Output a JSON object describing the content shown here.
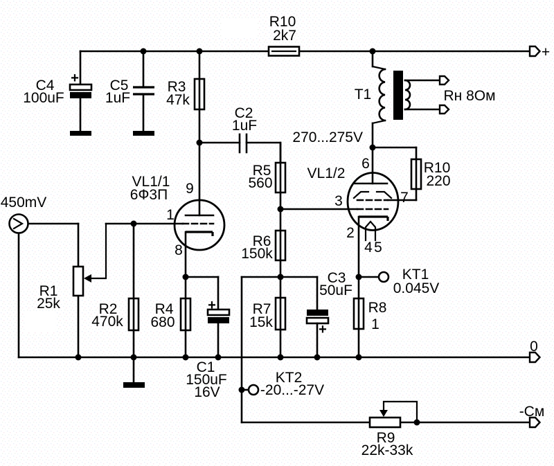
{
  "image_type": "circuit-schematic",
  "schematic": {
    "input": {
      "level": "450mV"
    },
    "tubes": {
      "vl11": {
        "name": "VL1/1",
        "type": "6Ф3П",
        "pin_anode": "9",
        "pin_grid": "1",
        "pin_cathode": "8"
      },
      "vl12": {
        "name": "VL1/2",
        "pin_anode": "6",
        "pin_screen": "7",
        "pin_grid": "3",
        "pin_cathode": "2",
        "pin_heater_left": "4",
        "pin_heater_right": "5"
      }
    },
    "transformer": {
      "name": "T1",
      "load": "Rн 8Ом"
    },
    "resistors": {
      "r1": {
        "name": "R1",
        "value": "25k"
      },
      "r2": {
        "name": "R2",
        "value": "470k"
      },
      "r3": {
        "name": "R3",
        "value": "47k"
      },
      "r4": {
        "name": "R4",
        "value": "680"
      },
      "r5": {
        "name": "R5",
        "value": "560"
      },
      "r6": {
        "name": "R6",
        "value": "150k"
      },
      "r7": {
        "name": "R7",
        "value": "15k"
      },
      "r8": {
        "name": "R8",
        "value": "1"
      },
      "r9": {
        "name": "R9",
        "value": "22k-33k"
      },
      "r10_anode": {
        "name": "R10",
        "value": "2k7"
      },
      "r10_screen": {
        "name": "R10",
        "value": "220"
      }
    },
    "capacitors": {
      "c1": {
        "name": "C1",
        "value": "150uF",
        "voltage": "16V",
        "polarity": "+"
      },
      "c2": {
        "name": "C2",
        "value": "1uF"
      },
      "c3": {
        "name": "C3",
        "value": "50uF",
        "polarity": "+"
      },
      "c4": {
        "name": "C4",
        "value": "100uF",
        "polarity": "+"
      },
      "c5": {
        "name": "C5",
        "value": "1uF"
      }
    },
    "test_points": {
      "kt1": {
        "name": "KT1",
        "value": "0.045V"
      },
      "kt2": {
        "name": "KT2",
        "value": "-20...-27V"
      }
    },
    "voltages": {
      "anode_supply": "270...275V"
    },
    "terminals": {
      "plus": "+",
      "zero": "0",
      "bias": "-См"
    }
  }
}
